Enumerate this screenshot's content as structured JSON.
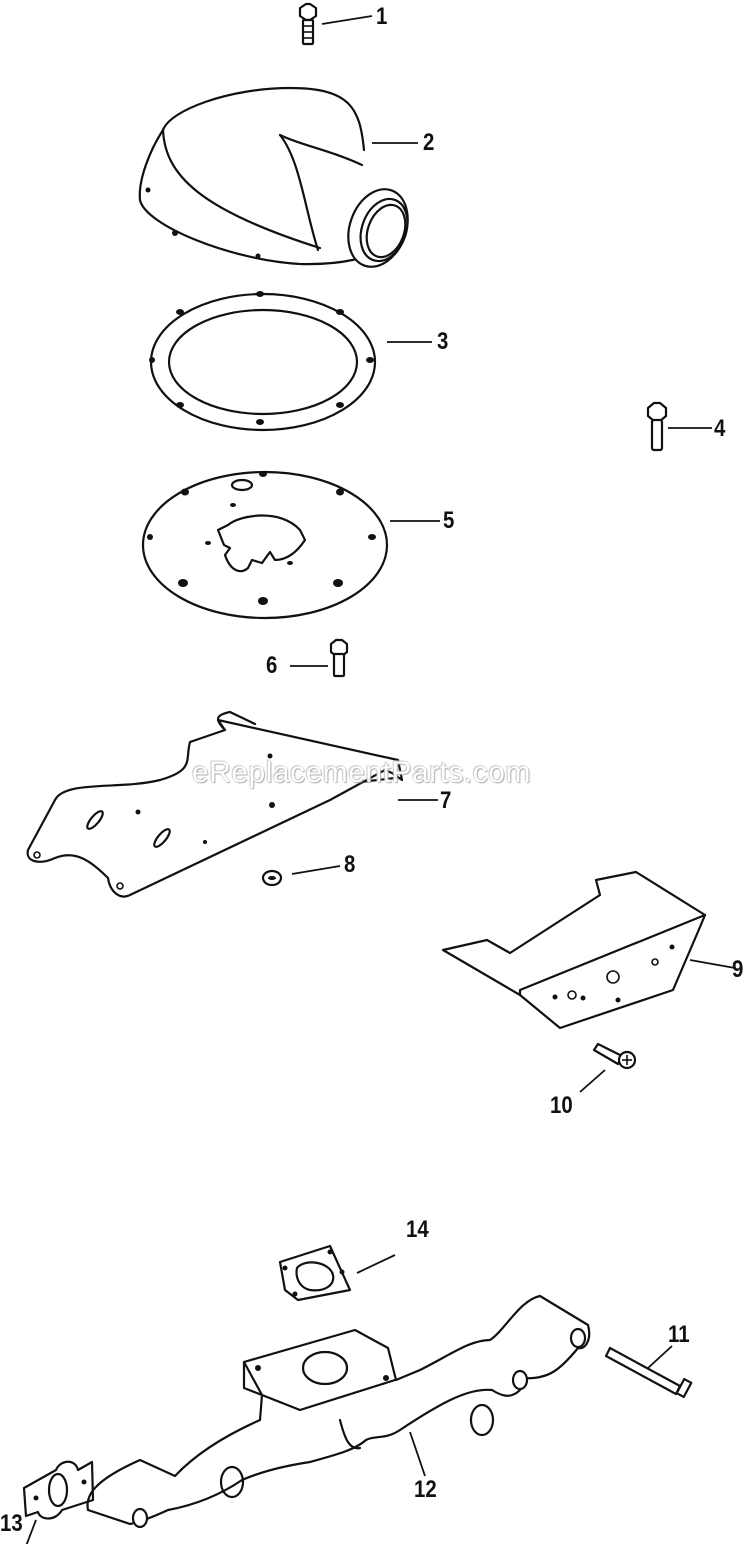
{
  "diagram": {
    "type": "exploded parts diagram",
    "watermark": "eReplacementParts.com",
    "parts": [
      {
        "callout": "1",
        "shape": "hex-head-bolt"
      },
      {
        "callout": "2",
        "shape": "air-cleaner-cover-dome"
      },
      {
        "callout": "3",
        "shape": "ring-gasket"
      },
      {
        "callout": "4",
        "shape": "hex-flange-bolt"
      },
      {
        "callout": "5",
        "shape": "base-plate-gasket"
      },
      {
        "callout": "6",
        "shape": "hex-head-bolt"
      },
      {
        "callout": "7",
        "shape": "mounting-bracket"
      },
      {
        "callout": "8",
        "shape": "nut"
      },
      {
        "callout": "9",
        "shape": "bent-bracket"
      },
      {
        "callout": "10",
        "shape": "screw"
      },
      {
        "callout": "11",
        "shape": "long-bolt"
      },
      {
        "callout": "12",
        "shape": "intake-manifold"
      },
      {
        "callout": "13",
        "shape": "manifold-gasket"
      },
      {
        "callout": "14",
        "shape": "intake-gasket"
      }
    ]
  }
}
